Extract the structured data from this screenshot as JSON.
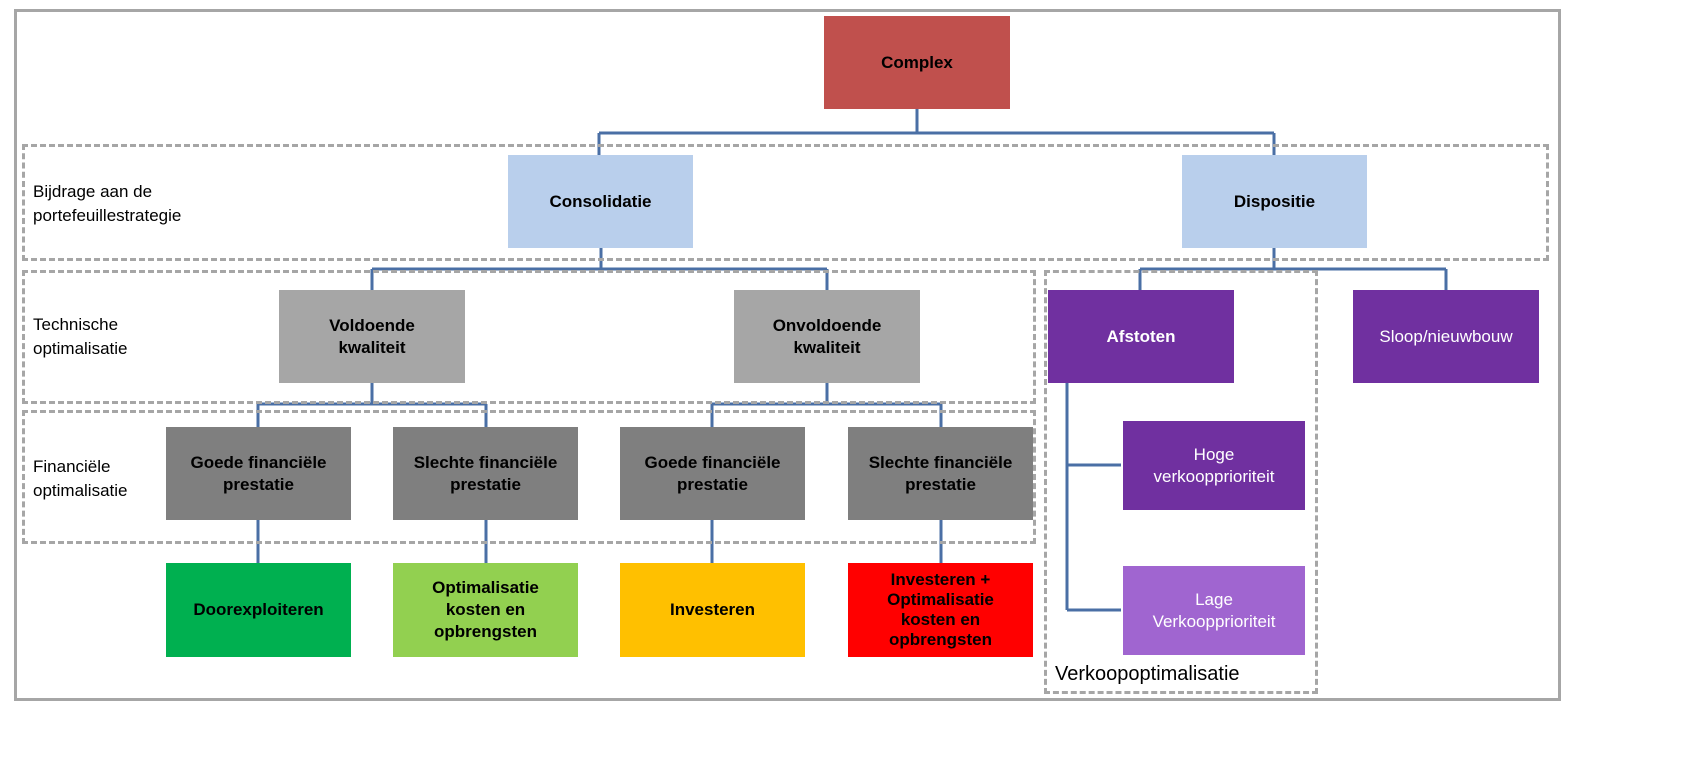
{
  "diagram": {
    "root": "Complex",
    "levels": {
      "portfolio": "Bijdrage aan de\nportefeuillestrategie",
      "technical": "Technische\noptimalisatie",
      "financial": "Financiële\noptimalisatie",
      "sales": "Verkoopoptimalisatie"
    },
    "consolidatie": "Consolidatie",
    "dispositie": "Dispositie",
    "voldoende": "Voldoende\nkwaliteit",
    "onvoldoende": "Onvoldoende\nkwaliteit",
    "goed_1": "Goede financiële\nprestatie",
    "slecht_1": "Slechte financiële\nprestatie",
    "goed_2": "Goede financiële\nprestatie",
    "slecht_2": "Slechte financiële\nprestatie",
    "doorexploiteren": "Doorexploiteren",
    "optimalisatie": "Optimalisatie\nkosten en\nopbrengsten",
    "investeren": "Investeren",
    "investeren_plus": "Investeren +\nOptimalisatie\nkosten en\nopbrengsten",
    "afstoten": "Afstoten",
    "sloop": "Sloop/nieuwbouw",
    "hoge": "Hoge\nverkoopprioriteit",
    "lage": "Lage\nVerkoopprioriteit"
  },
  "colors": {
    "root": "#c0504d",
    "strategy": "#b9cfec",
    "technical": "#a6a6a6",
    "financial": "#7f7f7f",
    "disposal": "#7030a0",
    "connector": "#4a6fa5"
  }
}
